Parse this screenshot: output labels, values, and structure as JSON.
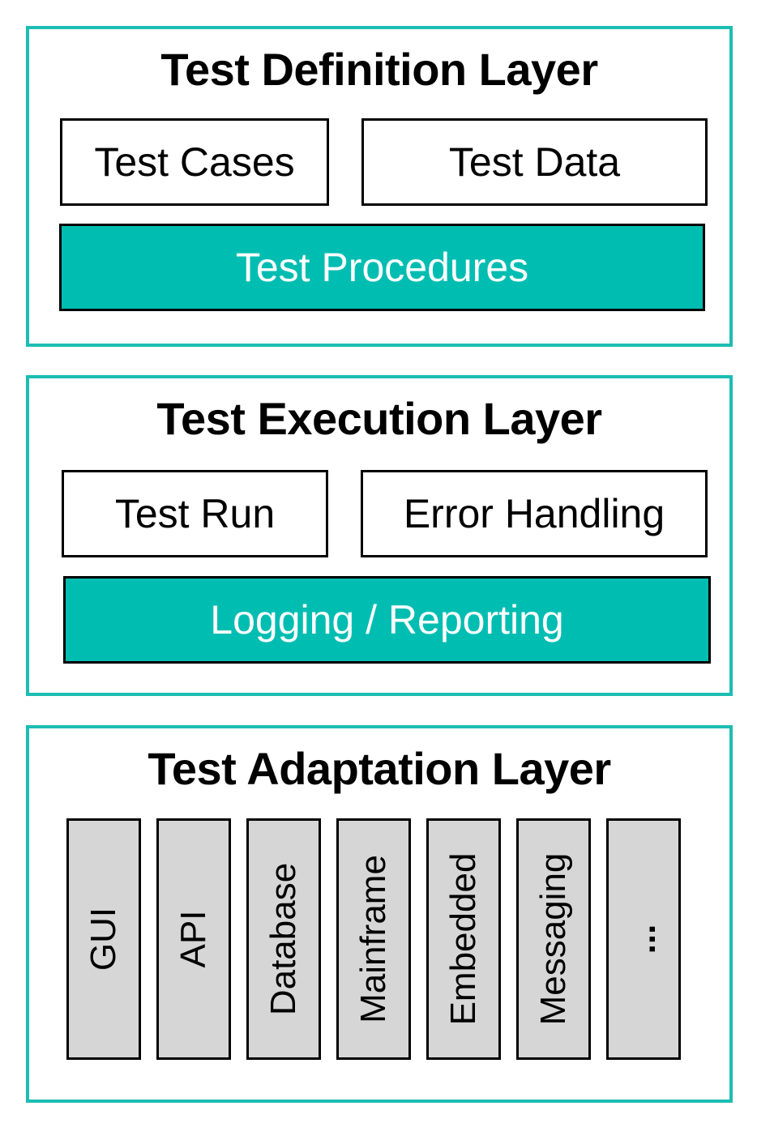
{
  "definition_layer": {
    "title": "Test Definition Layer",
    "test_cases": "Test Cases",
    "test_data": "Test Data",
    "test_procedures": "Test Procedures"
  },
  "execution_layer": {
    "title": "Test Execution Layer",
    "test_run": "Test Run",
    "error_handling": "Error Handling",
    "logging_reporting": "Logging / Reporting"
  },
  "adaptation_layer": {
    "title": "Test Adaptation Layer",
    "adapters": [
      "GUI",
      "API",
      "Database",
      "Mainframe",
      "Embedded",
      "Messaging",
      "..."
    ]
  },
  "colors": {
    "accent": "#00bdb2",
    "layer_border": "#1dbdb2",
    "adapter_fill": "#d6d6d6"
  }
}
